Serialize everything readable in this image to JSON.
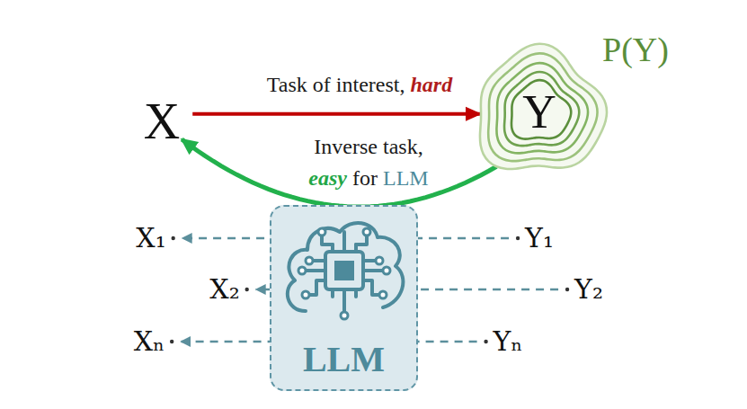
{
  "diagram": {
    "nodes": [
      {
        "text": [
          "X"
        ]
      },
      {
        "text": [
          "P(Y)",
          "Y"
        ]
      },
      {
        "text": [
          "LLM"
        ]
      },
      {
        "text": [
          "X₁"
        ]
      },
      {
        "text": [
          "Y₁"
        ]
      },
      {
        "text": [
          "X₂"
        ]
      },
      {
        "text": [
          "Y₂"
        ]
      },
      {
        "text": [
          "Xₙ"
        ]
      },
      {
        "text": [
          "Yₙ"
        ]
      }
    ],
    "edges": [
      {
        "from": 0,
        "to": 1,
        "arrow": "to",
        "label": "Task of interest,"
      },
      {
        "from": 1,
        "to": 0,
        "arrow": "to"
      },
      {
        "from": 4,
        "to": 3,
        "arrow": "to"
      },
      {
        "from": 6,
        "to": 5,
        "arrow": "to"
      },
      {
        "from": 8,
        "to": 7,
        "arrow": "to"
      }
    ],
    "labels": [
      "hard",
      "Inverse task,",
      "easy",
      "for",
      "LLM"
    ]
  }
}
